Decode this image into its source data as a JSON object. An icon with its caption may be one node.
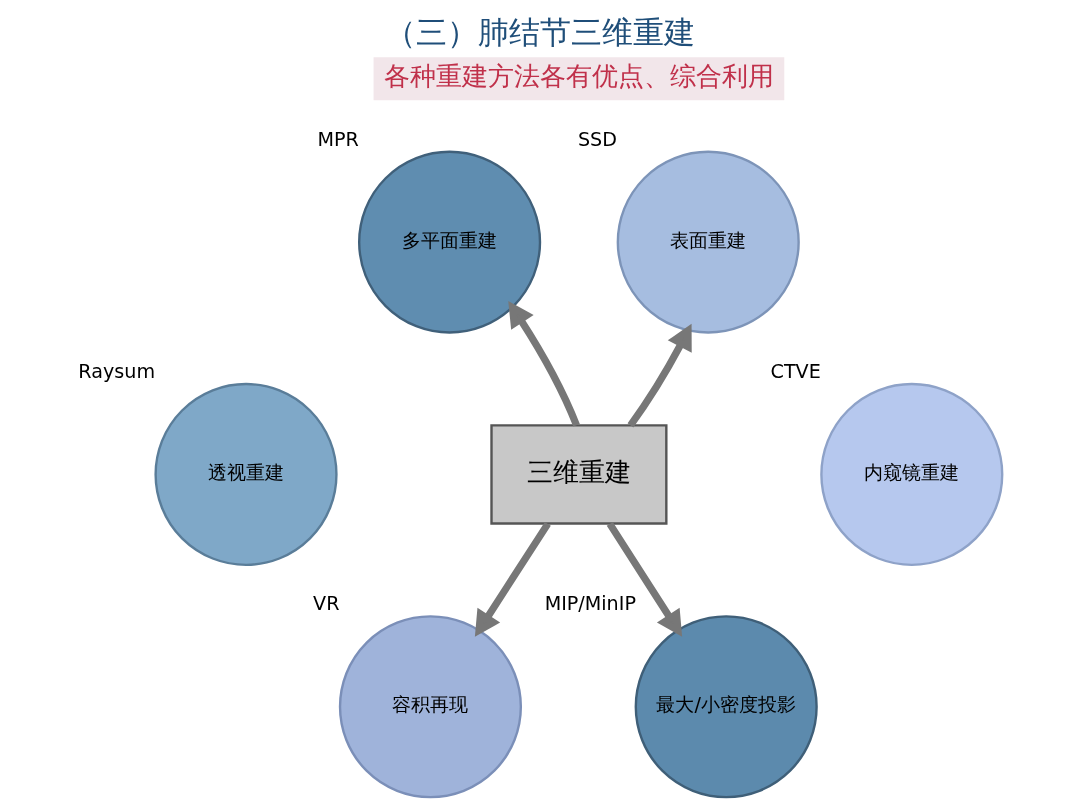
{
  "diagram": {
    "title": "（三）肺结节三维重建",
    "nodes": [
      {
        "text": [
          "多平面重建"
        ],
        "beside": [
          "MPR"
        ]
      },
      {
        "text": [
          "表面重建"
        ],
        "beside": [
          "SSD"
        ]
      },
      {
        "text": [
          "透视重建"
        ],
        "beside": [
          "Raysum"
        ]
      },
      {
        "text": [
          "三维重建"
        ]
      },
      {
        "text": [
          "内窥镜重建"
        ],
        "beside": [
          "CTVE"
        ]
      },
      {
        "text": [
          "容积再现"
        ],
        "beside": [
          "VR"
        ]
      },
      {
        "text": [
          "最大/小密度投影"
        ],
        "beside": [
          "MIP/MinIP"
        ]
      }
    ],
    "edges": [
      {
        "from": 3,
        "to": 0,
        "arrow": "to"
      },
      {
        "from": 3,
        "to": 1,
        "arrow": "to"
      },
      {
        "from": 3,
        "to": 5,
        "arrow": "to"
      },
      {
        "from": 3,
        "to": 6,
        "arrow": "to"
      }
    ],
    "labels": [
      "各种重建方法各有优点、综合利用"
    ]
  }
}
